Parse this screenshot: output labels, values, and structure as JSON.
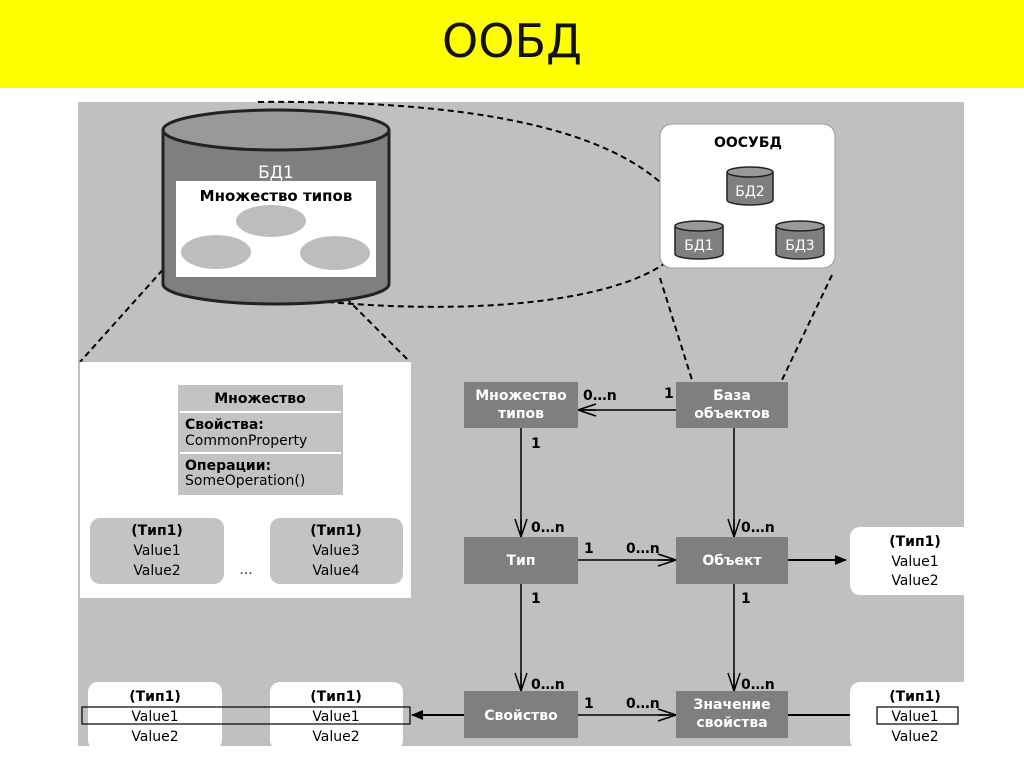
{
  "slide": {
    "title": "ООБД"
  },
  "db1": {
    "label": "БД1",
    "types_label": "Множество типов"
  },
  "oodbms": {
    "title": "ООСУБД",
    "db2": "БД2",
    "db1": "БД1",
    "db3": "БД3"
  },
  "class_box": {
    "name": "Множество",
    "props_label": "Свойства:",
    "prop": "CommonProperty",
    "ops_label": "Операции:",
    "op": "SomeOperation()"
  },
  "left_cards": {
    "card_a": {
      "type": "(Тип1)",
      "v1": "Value1",
      "v2": "Value2"
    },
    "ellipsis": "...",
    "card_b": {
      "type": "(Тип1)",
      "v1": "Value3",
      "v2": "Value4"
    }
  },
  "entities": {
    "type_set": [
      "Множество",
      "типов"
    ],
    "object_base": [
      "База",
      "объектов"
    ],
    "type": "Тип",
    "object": "Объект",
    "property": "Свойство",
    "property_value": [
      "Значение",
      "свойства"
    ]
  },
  "cardinalities": {
    "one": "1",
    "zero_n": "0…n"
  },
  "right_cards": {
    "object_card": {
      "type": "(Тип1)",
      "v1": "Value1",
      "v2": "Value2"
    },
    "value_card": {
      "type": "(Тип1)",
      "v1": "Value1",
      "v2": "Value2"
    }
  },
  "bottom_cards": {
    "card_c": {
      "type": "(Тип1)",
      "v1": "Value1",
      "v2": "Value2"
    },
    "card_d": {
      "type": "(Тип1)",
      "v1": "Value1",
      "v2": "Value2"
    }
  }
}
